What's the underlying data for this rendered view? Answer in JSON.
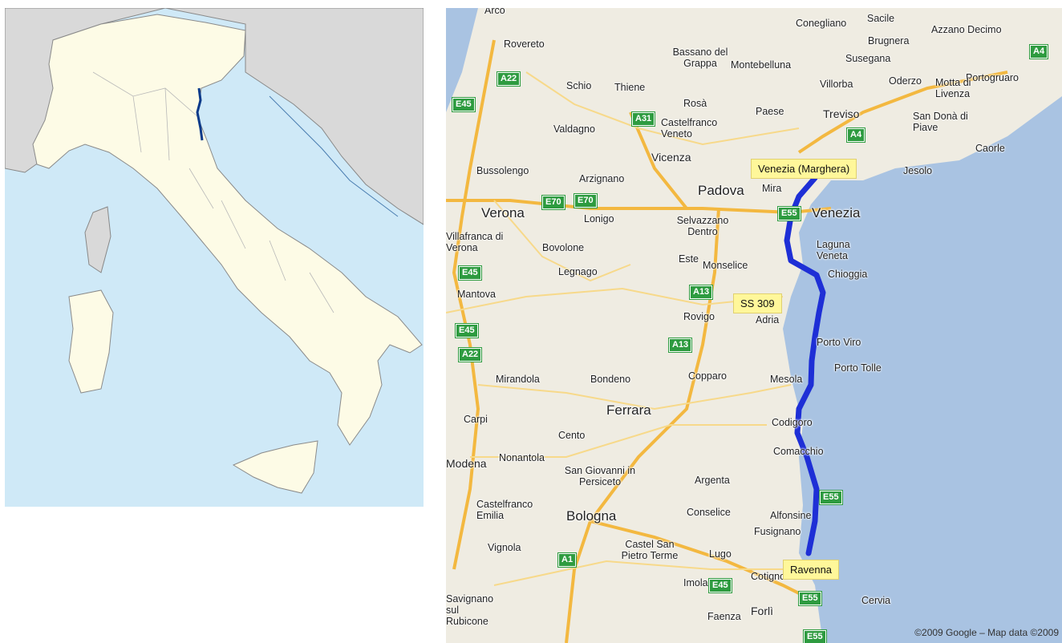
{
  "overview_map": {
    "label_count": 0
  },
  "detail_map": {
    "callouts": {
      "start": "Venezia (Marghera)",
      "road": "SS 309",
      "end": "Ravenna"
    },
    "copyright": "©2009 Google – Map data ©2009",
    "colors": {
      "route": "#1e2fd6",
      "sea": "#a9c3e2",
      "land": "#efece2",
      "highway": "#f3b840"
    },
    "cities_large": [
      "Padova",
      "Venezia",
      "Bologna",
      "Ferrara",
      "Verona"
    ],
    "cities": [
      "Arco",
      "Rovereto",
      "Conegliano",
      "Sacile",
      "Azzano Decimo",
      "Brugnera",
      "Bassano del Grappa",
      "Montebelluna",
      "Susegana",
      "Portogruaro",
      "Schio",
      "Thiene",
      "Villorba",
      "Oderzo",
      "Motta di Livenza",
      "Rosà",
      "Paese",
      "Treviso",
      "San Donà di Piave",
      "Valdagno",
      "Castelfranco Veneto",
      "Caorle",
      "Vicenza",
      "Jesolo",
      "Bussolengo",
      "Arzignano",
      "Mira",
      "Lonigo",
      "Selvazzano Dentro",
      "Laguna Veneta",
      "Villafranca di Verona",
      "Bovolone",
      "Este",
      "Monselice",
      "Chioggia",
      "Legnago",
      "Mantova",
      "Rovigo",
      "Adria",
      "Porto Viro",
      "Porto Tolle",
      "Mirandola",
      "Bondeno",
      "Copparo",
      "Mesola",
      "Carpi",
      "Codigoro",
      "Cento",
      "Comacchio",
      "Modena",
      "Nonantola",
      "San Giovanni in Persiceto",
      "Argenta",
      "Castelfranco Emilia",
      "Conselice",
      "Alfonsine",
      "Fusignano",
      "Vignola",
      "Castel San Pietro Terme",
      "Lugo",
      "Imola",
      "Cotignola",
      "Cervia",
      "Faenza",
      "Forlì",
      "Savignano sul Rubicone"
    ],
    "highways": [
      "A22",
      "E45",
      "A31",
      "A4",
      "E70",
      "E55",
      "A13",
      "A1"
    ]
  }
}
